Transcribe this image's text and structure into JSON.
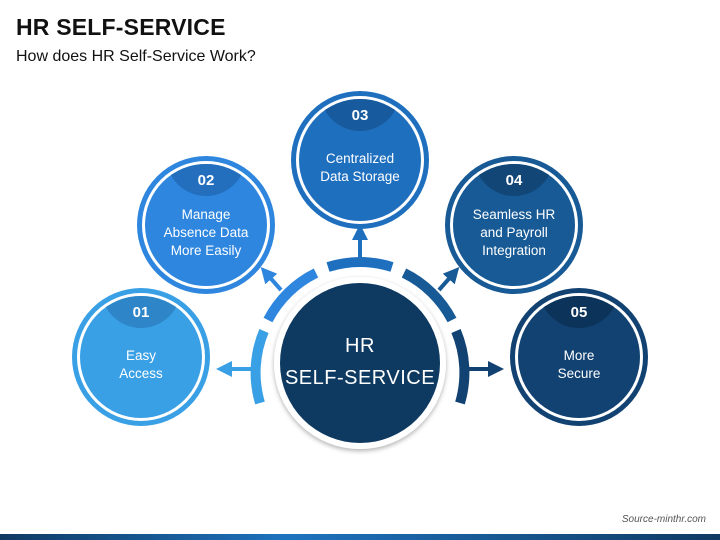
{
  "title": "HR SELF-SERVICE",
  "subtitle": "How does HR Self-Service Work?",
  "hub": {
    "line1": "HR",
    "line2": "SELF-SERVICE"
  },
  "steps": [
    {
      "number": "01",
      "lines": [
        "Easy",
        "Access"
      ],
      "color": "#3aa0e6",
      "cap": "#2e86c9"
    },
    {
      "number": "02",
      "lines": [
        "Manage",
        "Absence Data",
        "More Easily"
      ],
      "color": "#2e86de",
      "cap": "#236fbd"
    },
    {
      "number": "03",
      "lines": [
        "Centralized",
        "Data Storage"
      ],
      "color": "#1f6fbf",
      "cap": "#185a9e"
    },
    {
      "number": "04",
      "lines": [
        "Seamless HR",
        "and Payroll",
        "Integration"
      ],
      "color": "#175a96",
      "cap": "#114677"
    },
    {
      "number": "05",
      "lines": [
        "More",
        "Secure"
      ],
      "color": "#114272",
      "cap": "#0c3359"
    }
  ],
  "source": "Source-minthr.com"
}
